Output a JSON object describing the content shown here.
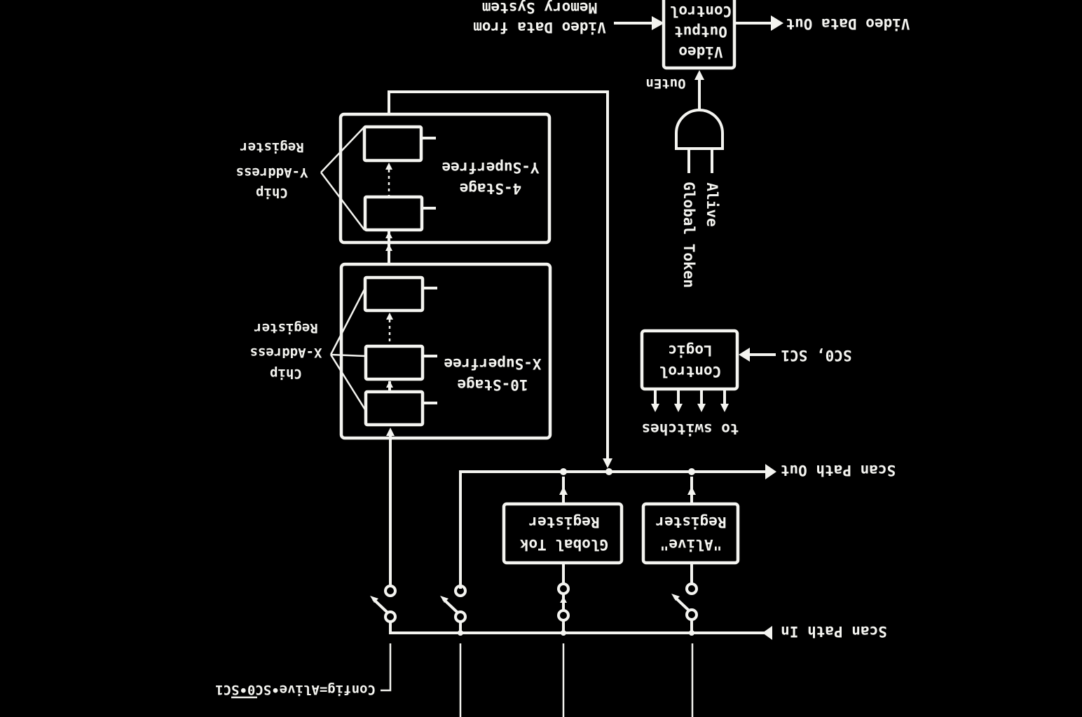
{
  "diagram": {
    "orientation": "rotated-180",
    "colors": {
      "background": "#000000",
      "foreground": "#f4f4f0"
    },
    "video_output_control": {
      "lines": [
        "Video",
        "Output",
        "Control"
      ],
      "input_label_lines": [
        "Video Data from",
        "Memory System"
      ],
      "output_label": "Video Data Out",
      "enable_label": "OutEn"
    },
    "and_gate": {
      "inputs": [
        "Alive",
        "Global Token"
      ]
    },
    "y_superfree": {
      "lines": [
        "4-Stage",
        "Y-Superfree"
      ],
      "register_label_lines": [
        "Chip",
        "Y-Address",
        "Register"
      ]
    },
    "x_superfree": {
      "lines": [
        "10-Stage",
        "X-Superfree"
      ],
      "register_label_lines": [
        "Chip",
        "X-Address",
        "Register"
      ]
    },
    "control_logic": {
      "lines": [
        "Control",
        "Logic"
      ],
      "input_label": "SC0, SC1",
      "output_label": "to switches"
    },
    "registers": {
      "global_tok": [
        "Global Tok",
        "Register"
      ],
      "alive": [
        "\"Alive\"",
        "Register"
      ]
    },
    "scan_path": {
      "out_label": "Scan Path Out",
      "in_label": "Scan Path In"
    },
    "config_equation": {
      "prefix": "Config=Alive•",
      "negated_term": "SC0",
      "suffix": "•SC1"
    }
  }
}
